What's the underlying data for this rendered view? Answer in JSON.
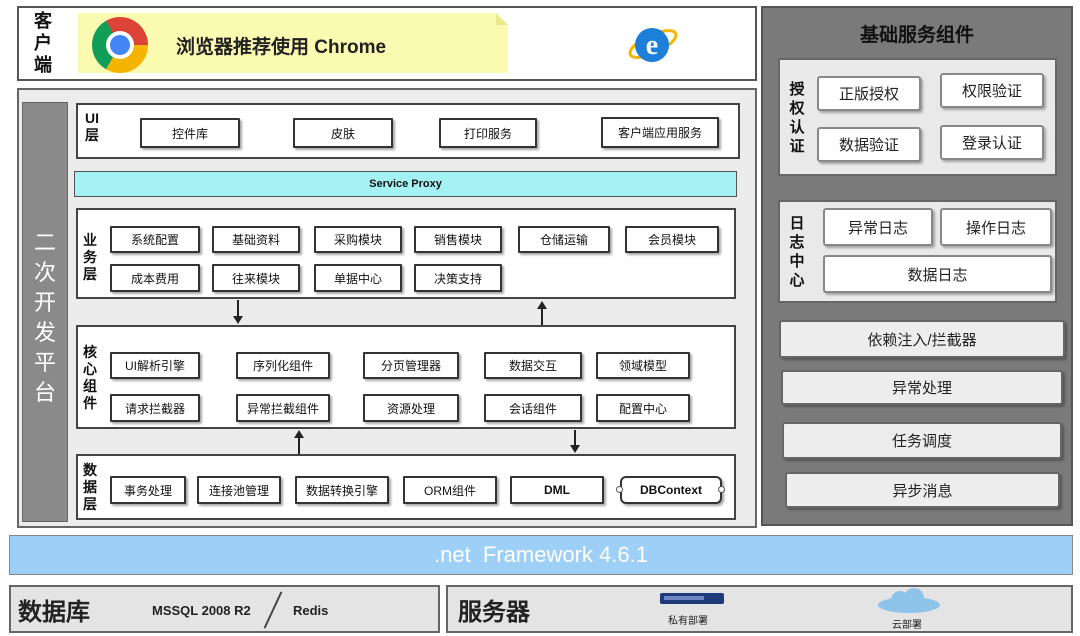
{
  "client": {
    "label": "客户端",
    "note": "浏览器推荐使用 Chrome"
  },
  "platform": {
    "secondary_dev": "二次开发平台",
    "ui_layer": {
      "label": "UI层",
      "items": [
        "控件库",
        "皮肤",
        "打印服务",
        "客户端应用服务"
      ]
    },
    "service_proxy": "Service Proxy",
    "business_layer": {
      "label": "业务层",
      "items": [
        "系统配置",
        "基础资料",
        "采购模块",
        "销售模块",
        "仓储运输",
        "会员模块",
        "成本费用",
        "往来模块",
        "单据中心",
        "决策支持"
      ]
    },
    "core_layer": {
      "label": "核心组件",
      "items": [
        "UI解析引擎",
        "序列化组件",
        "分页管理器",
        "数据交互",
        "领域模型",
        "请求拦截器",
        "异常拦截组件",
        "资源处理",
        "会话组件",
        "配置中心"
      ]
    },
    "data_layer": {
      "label": "数据层",
      "items": [
        "事务处理",
        "连接池管理",
        "数据转换引擎",
        "ORM组件",
        "DML",
        "DBContext"
      ]
    }
  },
  "basic_services": {
    "title": "基础服务组件",
    "auth": {
      "label": "授权认证",
      "items": [
        "正版授权",
        "权限验证",
        "数据验证",
        "登录认证"
      ]
    },
    "log": {
      "label": "日志中心",
      "items": [
        "异常日志",
        "操作日志",
        "数据日志"
      ]
    },
    "others": [
      "依赖注入/拦截器",
      "异常处理",
      "任务调度",
      "异步消息"
    ]
  },
  "framework": ".net  Framework 4.6.1",
  "database": {
    "label": "数据库",
    "products": [
      "MSSQL 2008 R2",
      "Redis"
    ]
  },
  "server": {
    "label": "服务器",
    "deploy": [
      "私有部署",
      "云部署"
    ]
  },
  "colors": {
    "proxy": "#a5f2f5",
    "framework": "#9dcff7",
    "note": "#fafab0",
    "dark_panel": "#7a7a7a"
  }
}
